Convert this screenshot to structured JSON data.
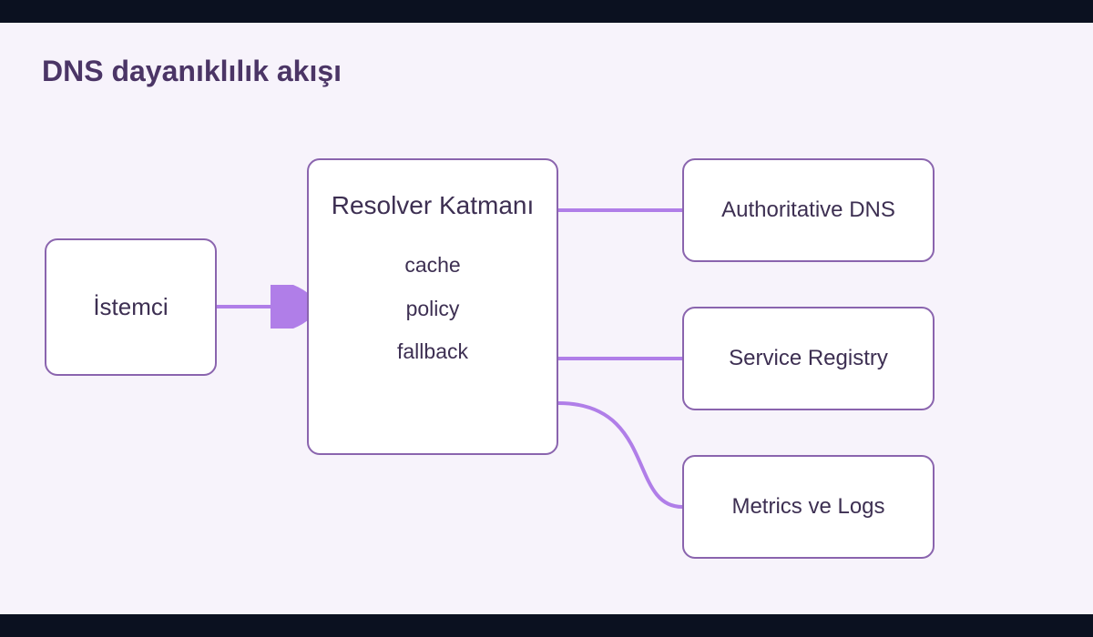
{
  "title": "DNS dayanıklılık akışı",
  "colors": {
    "background": "#f7f3fb",
    "frame": "#0b1120",
    "edge": "#b07ee8",
    "node_border": "#8a64ae",
    "node_fill": "#ffffff",
    "title": "#4b3566",
    "text": "#3d2f52"
  },
  "nodes": {
    "client": {
      "label": "İstemci"
    },
    "resolver": {
      "label": "Resolver Katmanı",
      "lines": [
        "cache",
        "policy",
        "fallback"
      ]
    },
    "authoritative": {
      "label": "Authoritative DNS"
    },
    "registry": {
      "label": "Service Registry"
    },
    "metrics": {
      "label": "Metrics ve Logs"
    }
  },
  "edges": [
    {
      "from": "client",
      "to": "resolver",
      "arrow": true
    },
    {
      "from": "resolver",
      "to": "authoritative",
      "arrow": false
    },
    {
      "from": "resolver",
      "to": "registry",
      "arrow": false
    },
    {
      "from": "resolver",
      "to": "metrics",
      "arrow": false
    }
  ]
}
